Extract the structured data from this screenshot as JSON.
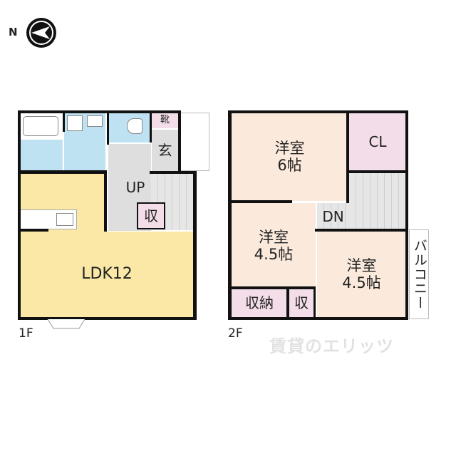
{
  "compass": {
    "label": "N"
  },
  "floor1": {
    "label": "1F",
    "rooms": {
      "shoe": "靴",
      "entrance": "玄",
      "hall": "UP",
      "storage": "収",
      "ldk": "LDK12"
    }
  },
  "floor2": {
    "label": "2F",
    "rooms": {
      "western1": {
        "name": "洋室",
        "size": "6帖"
      },
      "closet": "CL",
      "stairs": "DN",
      "western2": {
        "name": "洋室",
        "size": "4.5帖"
      },
      "western3": {
        "name": "洋室",
        "size": "4.5帖"
      },
      "storage_large": "収納",
      "storage": "収",
      "balcony": "バルコニー"
    }
  },
  "watermark": "賃貸のエリッツ",
  "colors": {
    "ldk": "#fbe8a6",
    "western": "#fbeadc",
    "storage": "#f3dde9",
    "water": "#bfe2f3",
    "hall": "#dedede"
  }
}
